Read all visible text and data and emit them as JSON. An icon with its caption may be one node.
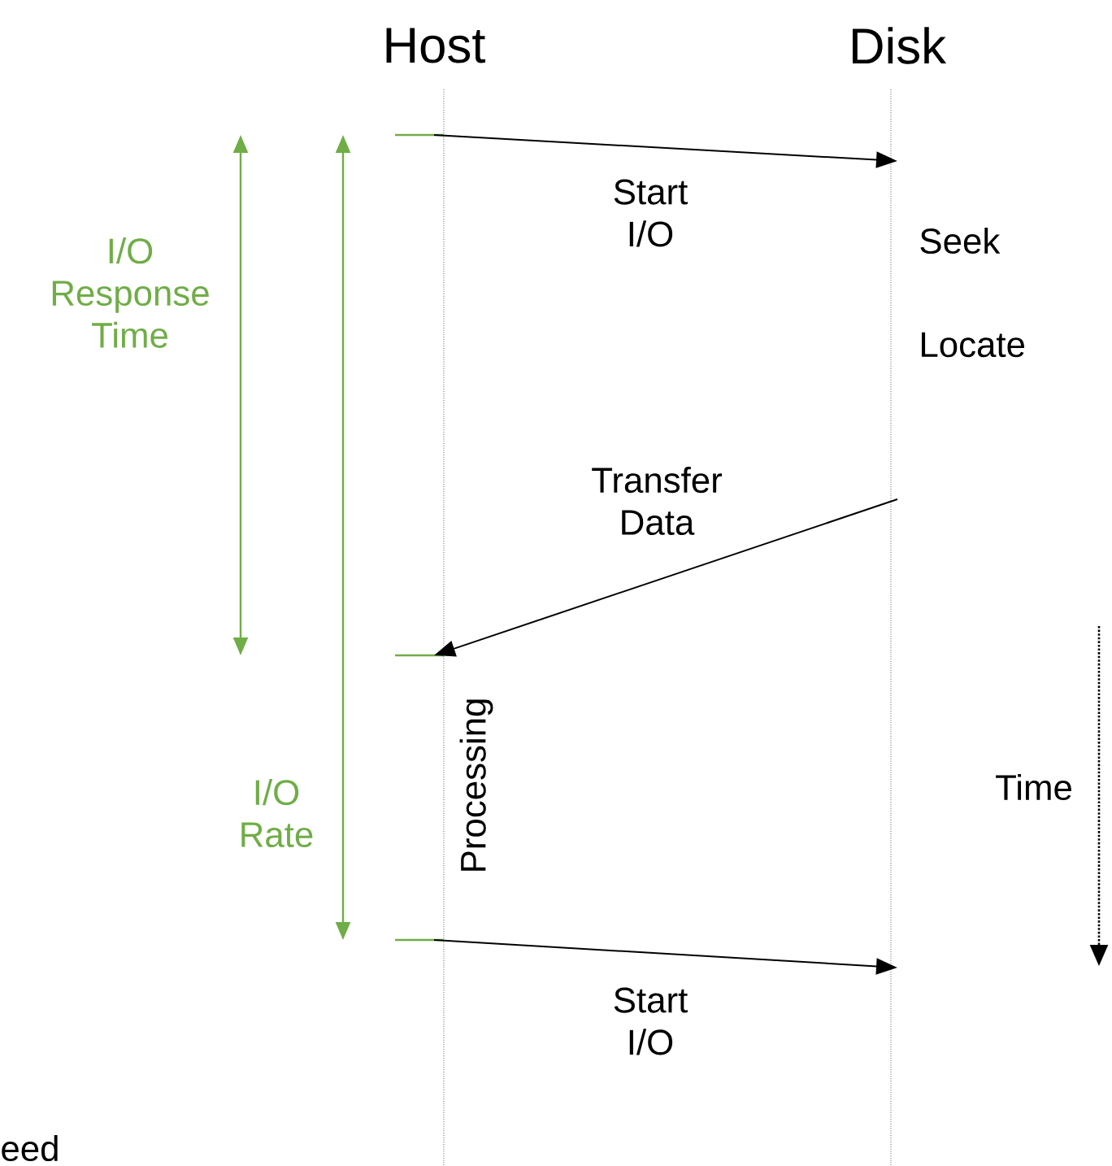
{
  "diagram": {
    "nodes": [
      {
        "text": [
          "Host"
        ]
      },
      {
        "text": [
          "Disk"
        ]
      }
    ],
    "edges": [
      {
        "from": 0,
        "to": 1,
        "arrow": "to",
        "label": "Start I/O"
      },
      {
        "from": 1,
        "to": 0,
        "arrow": "to",
        "label": "Transfer Data"
      },
      {
        "from": 0,
        "to": 1,
        "arrow": "to",
        "label": "Start I/O"
      }
    ],
    "labels": [
      "I/O Response Time",
      "Seek",
      "Locate",
      "I/O Rate",
      "Processing",
      "Time",
      "eed"
    ]
  }
}
